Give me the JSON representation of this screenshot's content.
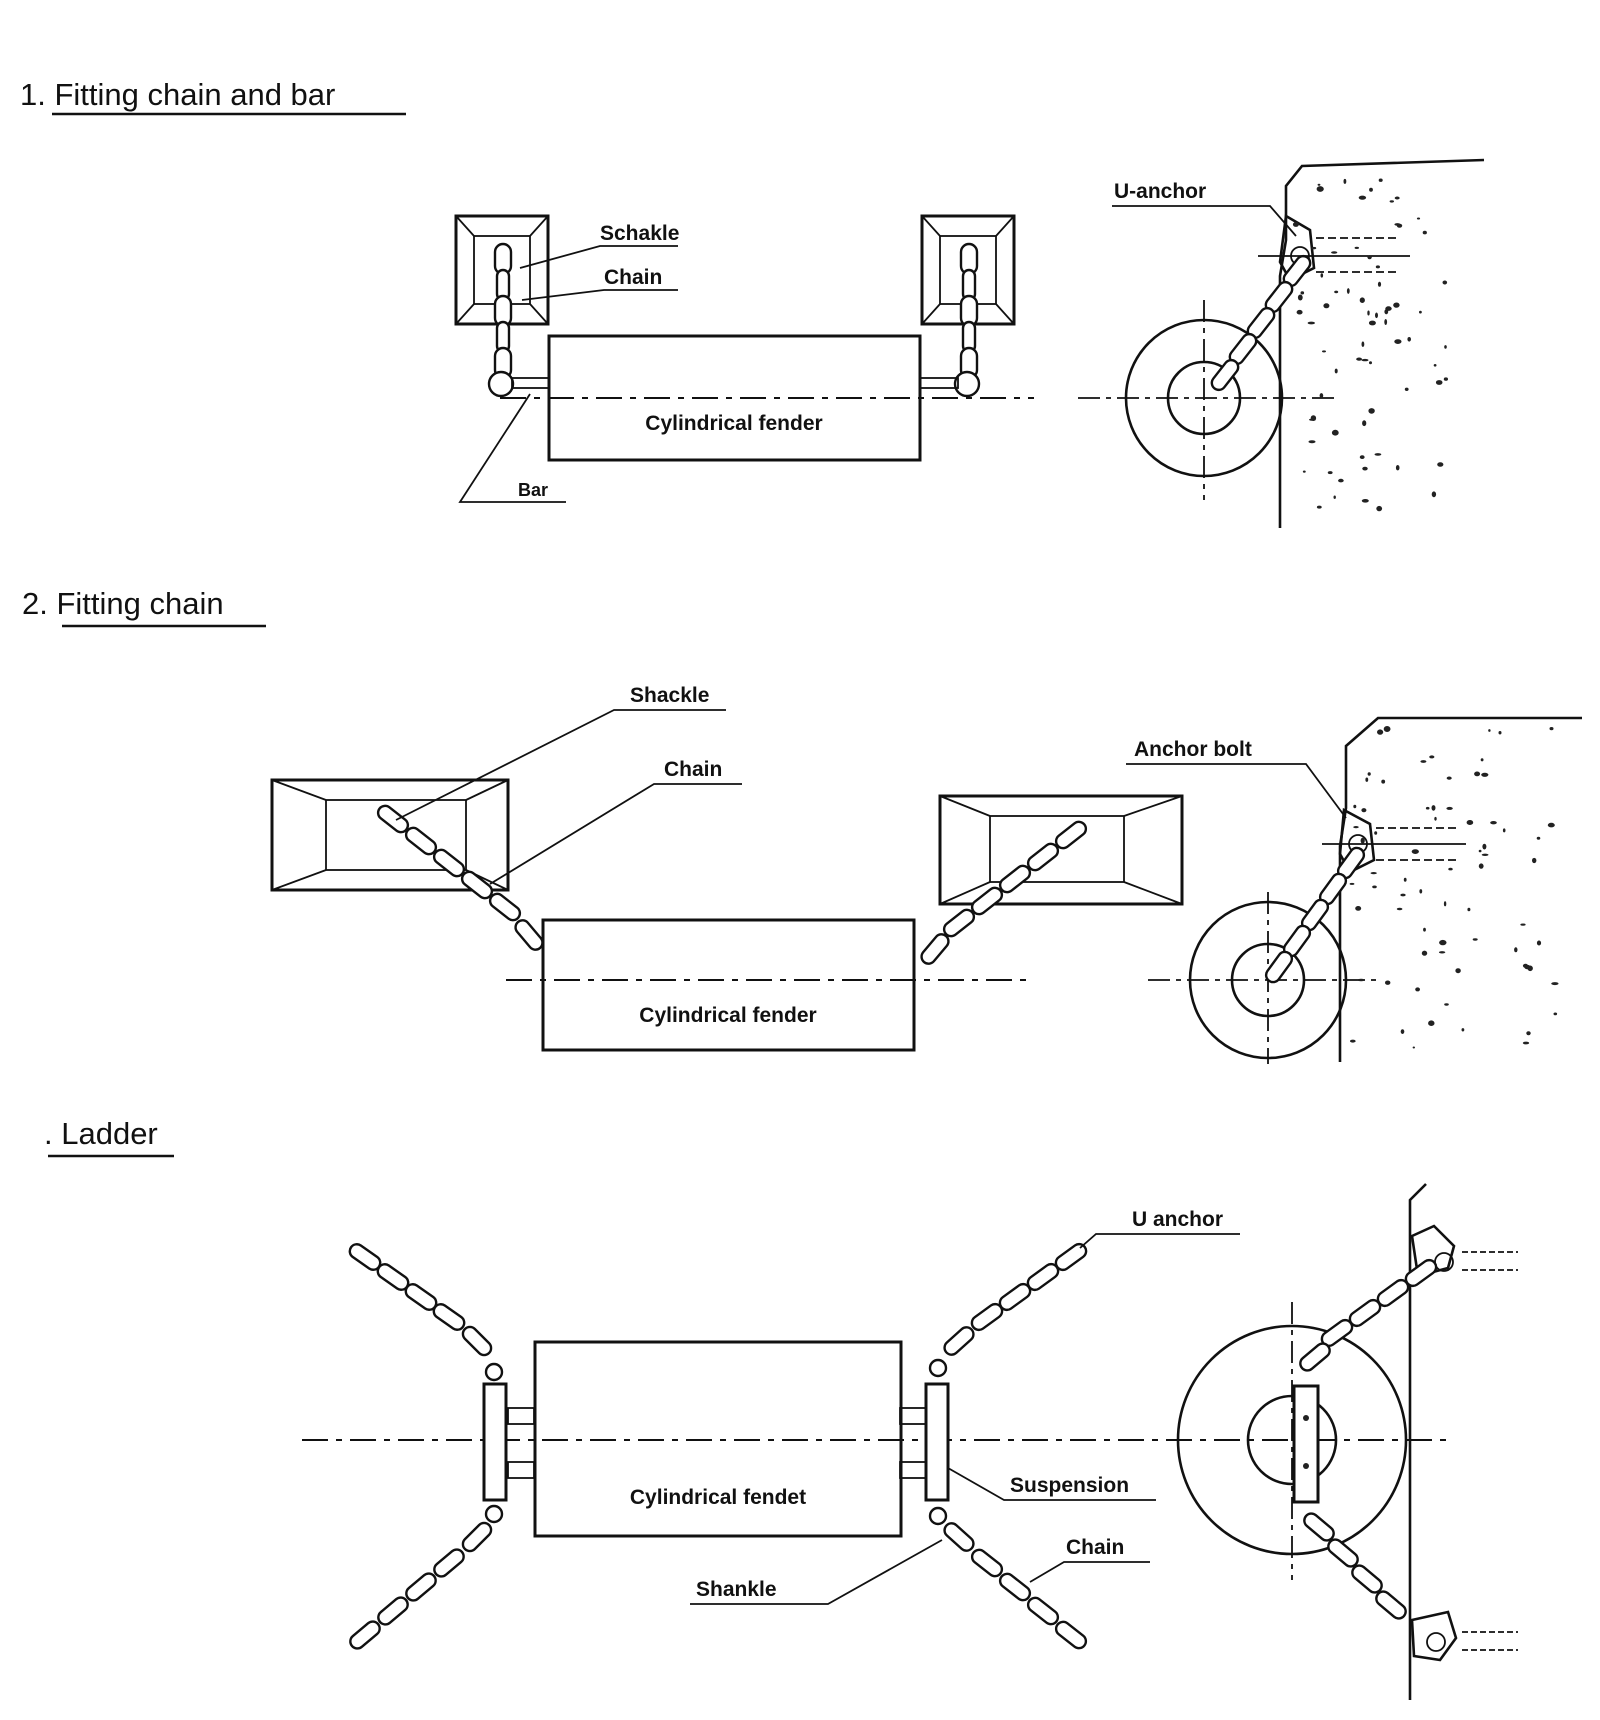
{
  "sections": [
    {
      "heading": "1. Fitting chain and bar",
      "labels": {
        "shackle": "Schakle",
        "chain": "Chain",
        "fender": "Cylindrical fender",
        "bar": "Bar",
        "anchor": "U-anchor"
      }
    },
    {
      "heading": "2. Fitting chain",
      "labels": {
        "shackle": "Shackle",
        "chain": "Chain",
        "fender": "Cylindrical fender",
        "anchor": "Anchor bolt"
      }
    },
    {
      "heading": ". Ladder",
      "labels": {
        "anchor": "U anchor",
        "suspension": "Suspension",
        "chain": "Chain",
        "shackle": "Shankle",
        "fender": "Cylindrical fendet"
      }
    }
  ],
  "colors": {
    "ink": "#111111",
    "paper": "#ffffff"
  }
}
